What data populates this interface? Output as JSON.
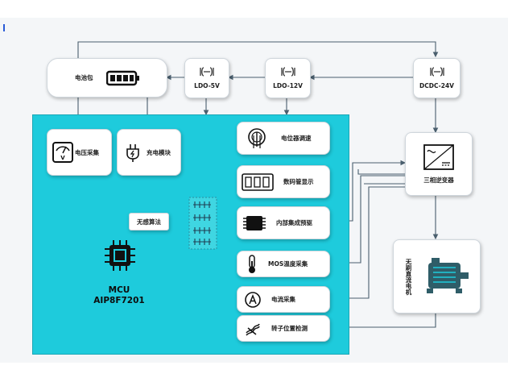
{
  "battery": {
    "label": "电池包",
    "icon": "battery-icon"
  },
  "ldo5": {
    "label": "LDO-5V",
    "icon": "inductor-icon"
  },
  "ldo12": {
    "label": "LDO-12V",
    "icon": "inductor-icon"
  },
  "dcdc": {
    "label": "DCDC-24V",
    "icon": "inductor-icon"
  },
  "voltage": {
    "label": "电压采集",
    "icon": "voltmeter-icon"
  },
  "charge": {
    "label": "充电模块",
    "icon": "charging-plug-icon"
  },
  "pot": {
    "label": "电位器调速",
    "icon": "potentiometer-icon"
  },
  "display": {
    "label": "数码管显示",
    "icon": "segment-display-icon"
  },
  "predriver": {
    "label": "内部集成预驱",
    "icon": "chip-icon"
  },
  "sensorless": {
    "label": "无感算法"
  },
  "mos_temp": {
    "label": "MOS温度采集",
    "icon": "thermometer-icon"
  },
  "current": {
    "label": "电流采集",
    "icon": "current-sensor-icon"
  },
  "rotor": {
    "label": "转子位置检测",
    "icon": "hall-sensor-icon"
  },
  "inverter": {
    "label": "三相逆变器",
    "icon": "inverter-icon"
  },
  "motor": {
    "label": "无刷直流电机",
    "icon": "motor-icon"
  },
  "mcu": {
    "title": "MCU",
    "part": "AIP8F7201",
    "icon": "mcu-chip-icon"
  },
  "colors": {
    "panel": "#1ecbdc",
    "line": "#4a5f6e",
    "box": "#ffffff"
  }
}
